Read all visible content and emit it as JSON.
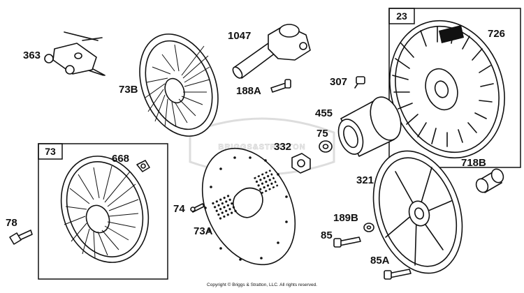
{
  "labels": {
    "p363": "363",
    "p73b": "73B",
    "p1047": "1047",
    "p188a": "188A",
    "p307": "307",
    "p455": "455",
    "p726": "726",
    "p75": "75",
    "p332": "332",
    "p668": "668",
    "p718b": "718B",
    "p321": "321",
    "p78": "78",
    "p74": "74",
    "p73a": "73A",
    "p189b": "189B",
    "p85": "85",
    "p85a": "85A"
  },
  "boxes": {
    "box23": "23",
    "box73": "73"
  },
  "watermark": "BRIGGS&STRATTON",
  "copyright": "Copyright © Briggs & Stratton, LLC. All rights reserved."
}
